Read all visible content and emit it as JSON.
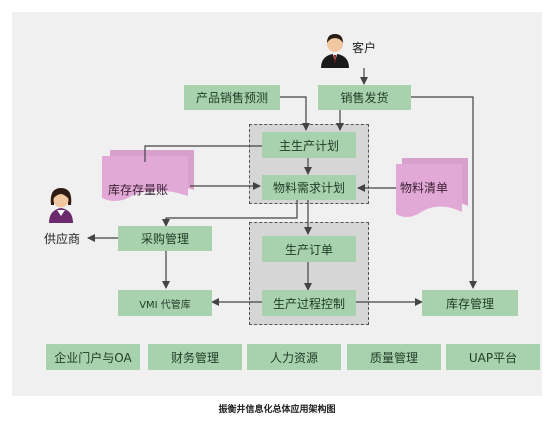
{
  "actors": {
    "customer": "客户",
    "supplier": "供应商"
  },
  "nodes": {
    "sales_forecast": "产品销售预测",
    "sales_delivery": "销售发货",
    "master_plan": "主生产计划",
    "mrp": "物料需求计划",
    "inventory_ledger": "库存存量账",
    "bom": "物料清单",
    "purchasing": "采购管理",
    "production_order": "生产订单",
    "process_control": "生产过程控制",
    "vmi": "VMI 代管库",
    "inventory_mgmt": "库存管理"
  },
  "modules": [
    "企业门户与OA",
    "财务管理",
    "人力资源",
    "质量管理",
    "UAP平台"
  ],
  "caption": "振衡井信息化总体应用架构图",
  "colors": {
    "box_fill": "#a8d2ae",
    "doc_fill": "#e3a9d6",
    "dashed_group_fill": "#d6d6d6",
    "panel_bg": "#f0f0f0"
  }
}
